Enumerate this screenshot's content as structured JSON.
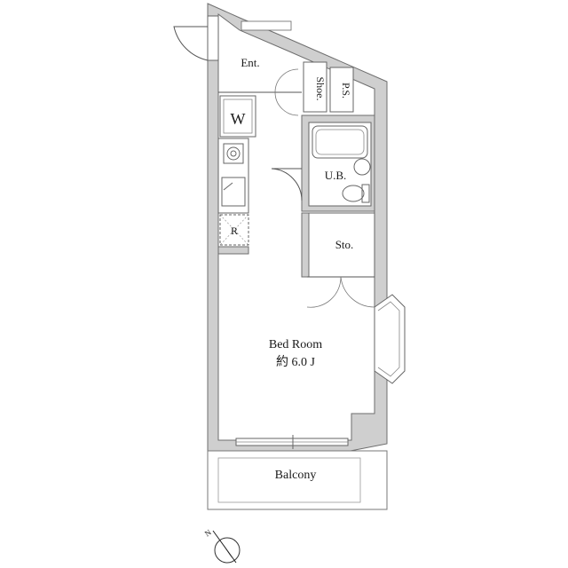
{
  "rooms": {
    "entrance": "Ent.",
    "shoe": "Shoe.",
    "pipe_space": "P.S.",
    "washer": "W",
    "unit_bath": "U.B.",
    "refrigerator": "R",
    "storage": "Sto.",
    "bedroom": "Bed Room",
    "bedroom_size": "約 6.0 J",
    "balcony": "Balcony"
  },
  "compass": {
    "north": "N"
  }
}
